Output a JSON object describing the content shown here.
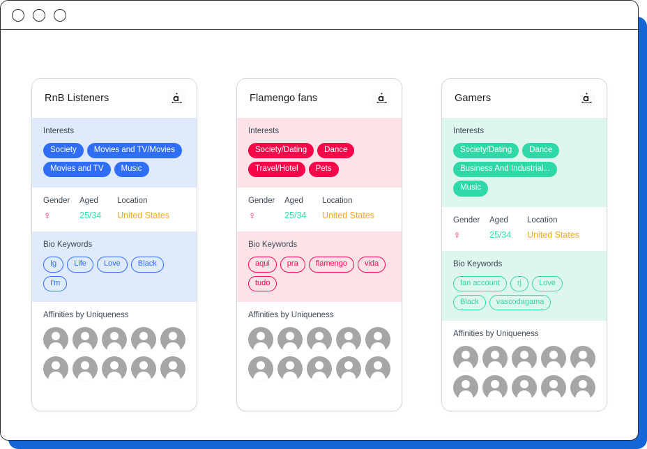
{
  "window": {
    "traffic_lights": [
      "close",
      "minimize",
      "maximize"
    ]
  },
  "labels": {
    "interests": "Interests",
    "gender": "Gender",
    "aged": "Aged",
    "location": "Location",
    "bio_keywords": "Bio Keywords",
    "affinities": "Affinities by Uniqueness"
  },
  "colors": {
    "blue_frame": "#1565d8",
    "card1_accent": "#2f6ef5",
    "card1_tint": "#dfeafc",
    "card2_accent": "#f5074a",
    "card2_tint": "#fde3e8",
    "card3_accent": "#2ed8a7",
    "card3_tint": "#ddf6ee",
    "gender": "#f0145a",
    "age": "#2ee0a8",
    "location": "#f7a820",
    "avatar": "#a6a6a6"
  },
  "cards": [
    {
      "title": "RnB Listeners",
      "logo": "audiense-logo-icon",
      "accent": "#2f6ef5",
      "tint_class": "tinted-blue",
      "interests": [
        "Society",
        "Movies and TV/Movies",
        "Movies and TV",
        "Music"
      ],
      "demographics": {
        "gender_symbol": "♀",
        "age": "25/34",
        "location": "United States"
      },
      "bio_keywords": [
        "Ig",
        "Life",
        "Love",
        "Black",
        "I'm"
      ],
      "affinity_count": 10
    },
    {
      "title": "Flamengo fans",
      "logo": "audiense-logo-icon",
      "accent": "#f5074a",
      "tint_class": "tinted-pink",
      "interests": [
        "Society/Dating",
        "Dance",
        "Travel/Hotel",
        "Pets"
      ],
      "demographics": {
        "gender_symbol": "♀",
        "age": "25/34",
        "location": "United States"
      },
      "bio_keywords": [
        "aqui",
        "pra",
        "flamengo",
        "vida",
        "tudo"
      ],
      "affinity_count": 10
    },
    {
      "title": "Gamers",
      "logo": "audiense-logo-icon",
      "accent": "#2ed8a7",
      "tint_class": "tinted-green",
      "interests": [
        "Society/Dating",
        "Dance",
        "Business And Industrial...",
        "Music"
      ],
      "demographics": {
        "gender_symbol": "♀",
        "age": "25/34",
        "location": "United States"
      },
      "bio_keywords": [
        "fan account",
        "rj",
        "Love",
        "Black",
        "vascodagama"
      ],
      "affinity_count": 10
    }
  ]
}
